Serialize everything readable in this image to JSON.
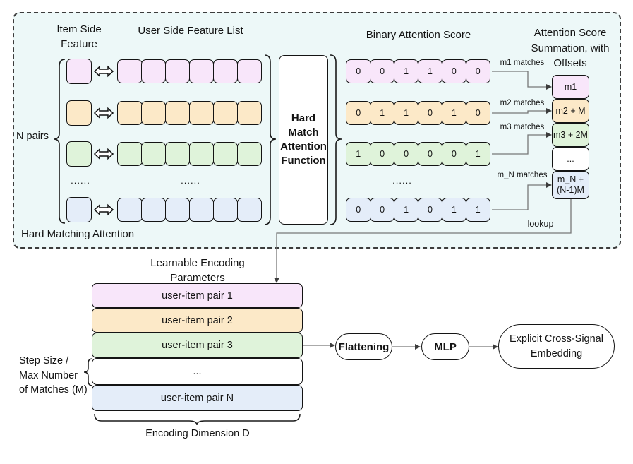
{
  "colors": {
    "pink": "#f8e6fa",
    "orange": "#fce9c8",
    "green": "#dff3da",
    "blue": "#e4edf9",
    "panel_bg": "#edf8f8",
    "box_border": "#141414",
    "connector": "#777777"
  },
  "hma": {
    "panel_label": "Hard Matching Attention",
    "item_side_title_l1": "Item Side",
    "item_side_title_l2": "Feature",
    "user_list_title": "User Side Feature List",
    "binary_title": "Binary Attention Score",
    "summation_title_l1": "Attention Score",
    "summation_title_l2": "Summation, with",
    "summation_title_l3": "Offsets",
    "n_pairs_label": "N pairs",
    "row_dots": "......",
    "function_box": {
      "l1": "Hard",
      "l2": "Match",
      "l3": "Attention",
      "l4": "Function"
    },
    "binary_rows": [
      {
        "bits": [
          "0",
          "0",
          "1",
          "1",
          "0",
          "0"
        ],
        "match_label": "m1 matches",
        "sum_box": "m1"
      },
      {
        "bits": [
          "0",
          "1",
          "1",
          "0",
          "1",
          "0"
        ],
        "match_label": "m2 matches",
        "sum_box": "m2 + M"
      },
      {
        "bits": [
          "1",
          "0",
          "0",
          "0",
          "0",
          "1"
        ],
        "match_label": "m3 matches",
        "sum_box": "m3 + 2M"
      },
      {
        "bits": [
          "0",
          "0",
          "1",
          "0",
          "1",
          "1"
        ],
        "match_label": "m_N matches",
        "sum_box_l1": "m_N +",
        "sum_box_l2": "(N-1)M"
      }
    ],
    "sum_dots": "...",
    "lookup_label": "lookup"
  },
  "encoding": {
    "title_l1": "Learnable Encoding",
    "title_l2": "Parameters",
    "rows": [
      "user-item pair 1",
      "user-item pair 2",
      "user-item pair 3",
      "...",
      "user-item pair N"
    ],
    "step_l1": "Step Size /",
    "step_l2": "Max Number",
    "step_l3": "of Matches (M)",
    "dimension_label": "Encoding Dimension D"
  },
  "pipeline": {
    "flattening": "Flattening",
    "mlp": "MLP",
    "output_l1": "Explicit Cross-Signal",
    "output_l2": "Embedding"
  }
}
